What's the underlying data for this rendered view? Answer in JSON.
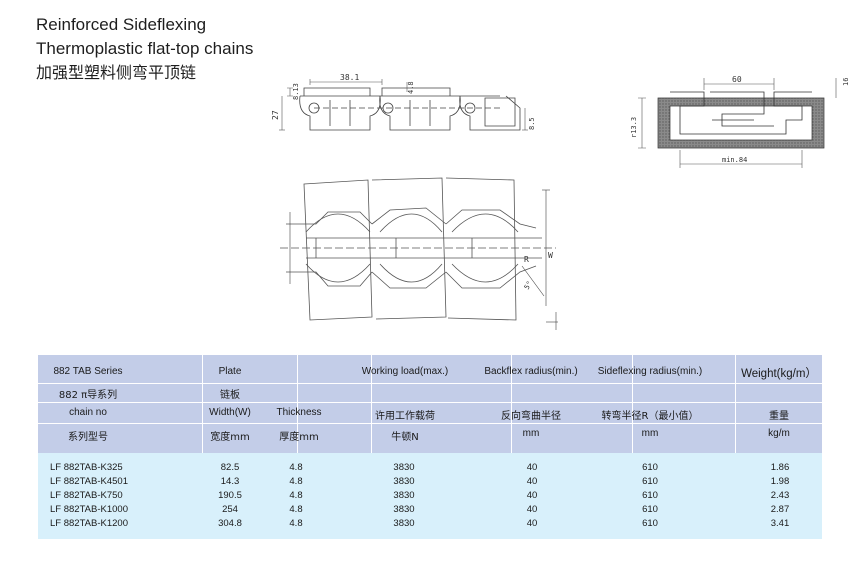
{
  "title": {
    "line1": "Reinforced Sideflexing",
    "line2": "Thermoplastic flat-top chains",
    "line3": "加强型塑料侧弯平顶链"
  },
  "side_view": {
    "dim_pitch": "38.1",
    "dim_top": "8.13",
    "dim_step": "4.8",
    "dim_height": "27",
    "dim_low": "8.5"
  },
  "section_view": {
    "dim_width": "60",
    "dim_rail": "16",
    "dim_track_h": "r13.3",
    "dim_min": "min.84"
  },
  "top_view": {
    "label_w": "W",
    "label_r": "R",
    "label_sweep": "5°"
  },
  "table": {
    "header": {
      "series": "882 TAB Series",
      "series_cn": "882 π导系列",
      "chain_no": "chain no",
      "chain_no_cn": "系列型号",
      "plate": "Plate",
      "plate_cn": "链板",
      "width": "Width(W)",
      "width_cn": "宽度mm",
      "thickness": "Thickness",
      "thickness_cn": "厚度mm",
      "working_load": "Working load(max.)",
      "working_load_cn": "许用工作载荷",
      "working_load_unit": "牛顿N",
      "backflex": "Backflex radius(min.)",
      "backflex_cn": "反向弯曲半径",
      "backflex_unit": "mm",
      "sideflex": "Sideflexing radius(min.)",
      "sideflex_cn": "转弯半径R（最小值）",
      "sideflex_unit": "mm",
      "weight": "Weight(kg/m）",
      "weight_cn": "重量",
      "weight_unit": "kg/m"
    },
    "rows": [
      [
        "LF 882TAB-K325",
        "82.5",
        "4.8",
        "3830",
        "40",
        "610",
        "1.86"
      ],
      [
        "LF 882TAB-K4501",
        "14.3",
        "4.8",
        "3830",
        "40",
        "610",
        "1.98"
      ],
      [
        "LF 882TAB-K750",
        "190.5",
        "4.8",
        "3830",
        "40",
        "610",
        "2.43"
      ],
      [
        "LF 882TAB-K1000",
        "254",
        "4.8",
        "3830",
        "40",
        "610",
        "2.87"
      ],
      [
        "LF 882TAB-K1200",
        "304.8",
        "4.8",
        "3830",
        "40",
        "610",
        "3.41"
      ]
    ]
  }
}
